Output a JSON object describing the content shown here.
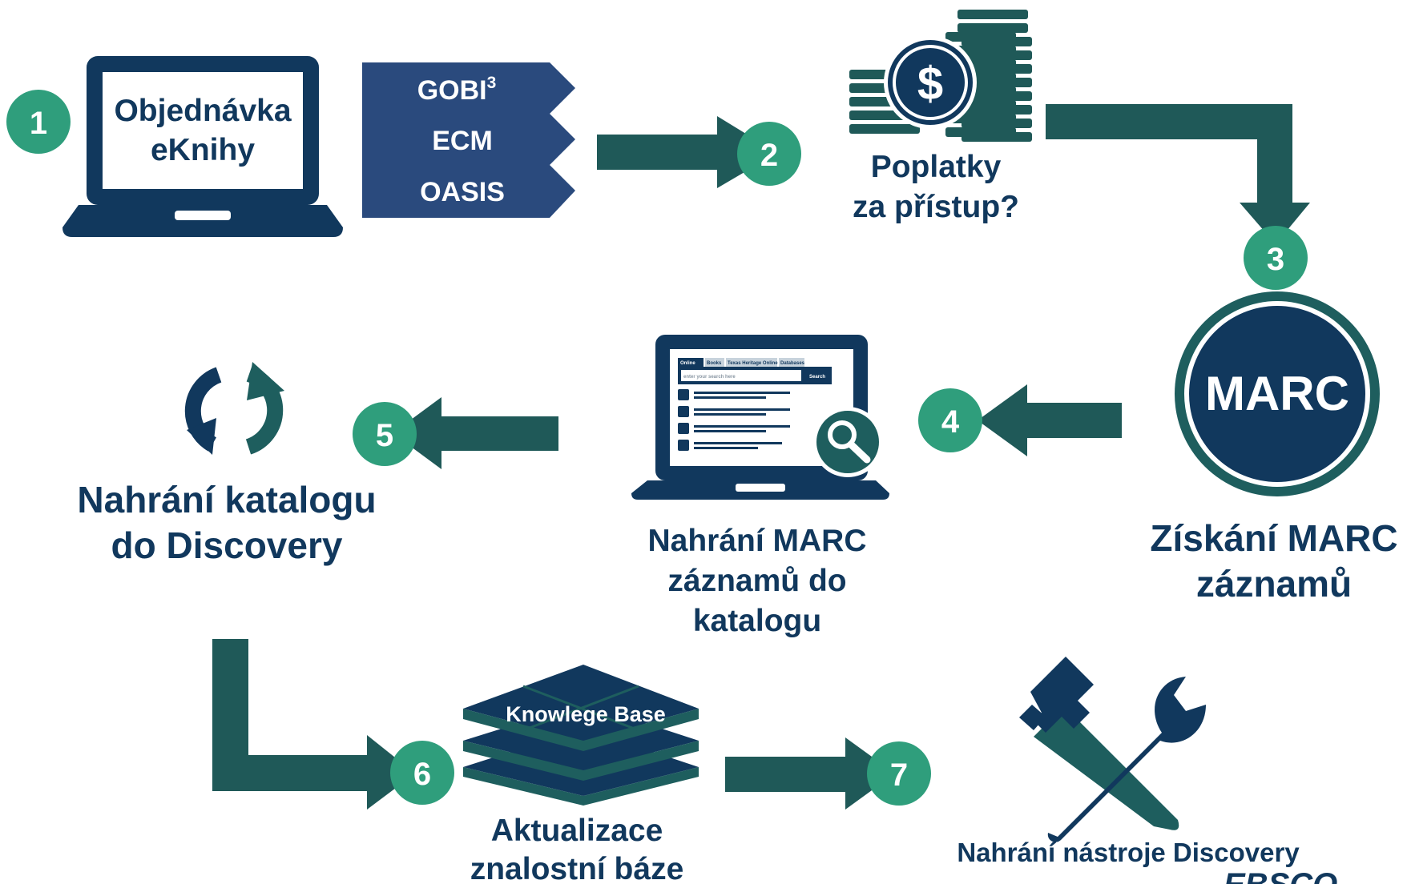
{
  "colors": {
    "navy": "#11385d",
    "teal_arrow": "#1f5958",
    "step_badge": "#2f9e7c",
    "vendor_box": "#2a4a7d",
    "marc_ring": "#1e5e5e",
    "text": "#11385d"
  },
  "steps": [
    {
      "number": "1"
    },
    {
      "number": "2"
    },
    {
      "number": "3"
    },
    {
      "number": "4"
    },
    {
      "number": "5"
    },
    {
      "number": "6"
    },
    {
      "number": "7"
    }
  ],
  "order": {
    "label_line1": "Objednávka",
    "label_line2": "eKnihy",
    "icon": "laptop-icon"
  },
  "vendors": {
    "gobi": "GOBI",
    "gobi_sup": "3",
    "ecm": "ECM",
    "oasis": "OASIS"
  },
  "fees": {
    "label_line1": "Poplatky",
    "label_line2": "za přístup?",
    "icon": "money-stack-icon",
    "symbol": "$"
  },
  "marc": {
    "badge_text": "MARC",
    "label_line1": "Získání MARC",
    "label_line2": "záznamů"
  },
  "catalog_load": {
    "label_line1": "Nahrání MARC",
    "label_line2": "záznamů do",
    "label_line3": "katalogu",
    "icon": "laptop-search-icon",
    "screen_tabs": [
      "Online",
      "Books",
      "Texas Heritage Online",
      "Databases"
    ],
    "screen_search_placeholder": "enter your search here",
    "screen_search_button": "Search"
  },
  "discovery_load": {
    "label_line1": "Nahrání katalogu",
    "label_line2": "do Discovery",
    "icon": "refresh-icon"
  },
  "knowledge_base": {
    "stack_label": "Knowlege Base",
    "label_line1": "Aktualizace",
    "label_line2": "znalostní báze",
    "icon": "stacked-layers-icon"
  },
  "tools": {
    "label": "Nahrání nástroje Discovery",
    "icon": "hammer-wrench-icon"
  },
  "brand": {
    "logo_fragment": "EBSCO"
  }
}
